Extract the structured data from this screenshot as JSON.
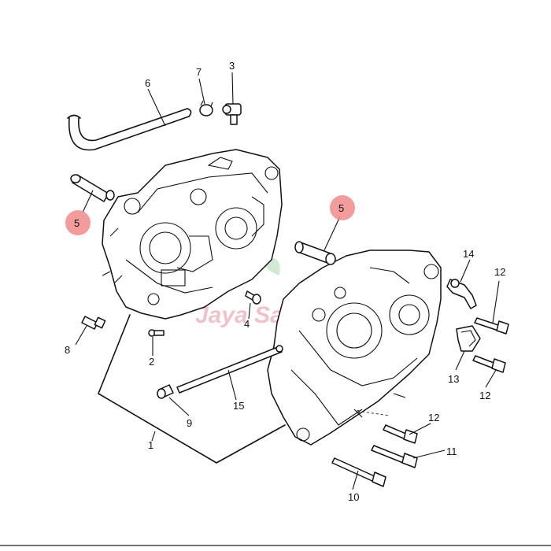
{
  "diagram": {
    "part_labels": [
      {
        "id": "p1",
        "text": "1"
      },
      {
        "id": "p2",
        "text": "2"
      },
      {
        "id": "p3",
        "text": "3"
      },
      {
        "id": "p4",
        "text": "4"
      },
      {
        "id": "p5a",
        "text": "5"
      },
      {
        "id": "p5b",
        "text": "5"
      },
      {
        "id": "p6",
        "text": "6"
      },
      {
        "id": "p7",
        "text": "7"
      },
      {
        "id": "p8",
        "text": "8"
      },
      {
        "id": "p9",
        "text": "9"
      },
      {
        "id": "p10",
        "text": "10"
      },
      {
        "id": "p11",
        "text": "11"
      },
      {
        "id": "p12a",
        "text": "12"
      },
      {
        "id": "p12b",
        "text": "12"
      },
      {
        "id": "p12c",
        "text": "12"
      },
      {
        "id": "p13",
        "text": "13"
      },
      {
        "id": "p14",
        "text": "14"
      },
      {
        "id": "p15",
        "text": "15"
      }
    ],
    "watermark_text": "Jaya Sakti",
    "highlight_color": "#f28b8b",
    "line_color": "#111111",
    "watermark_color": "#7bbf82"
  }
}
